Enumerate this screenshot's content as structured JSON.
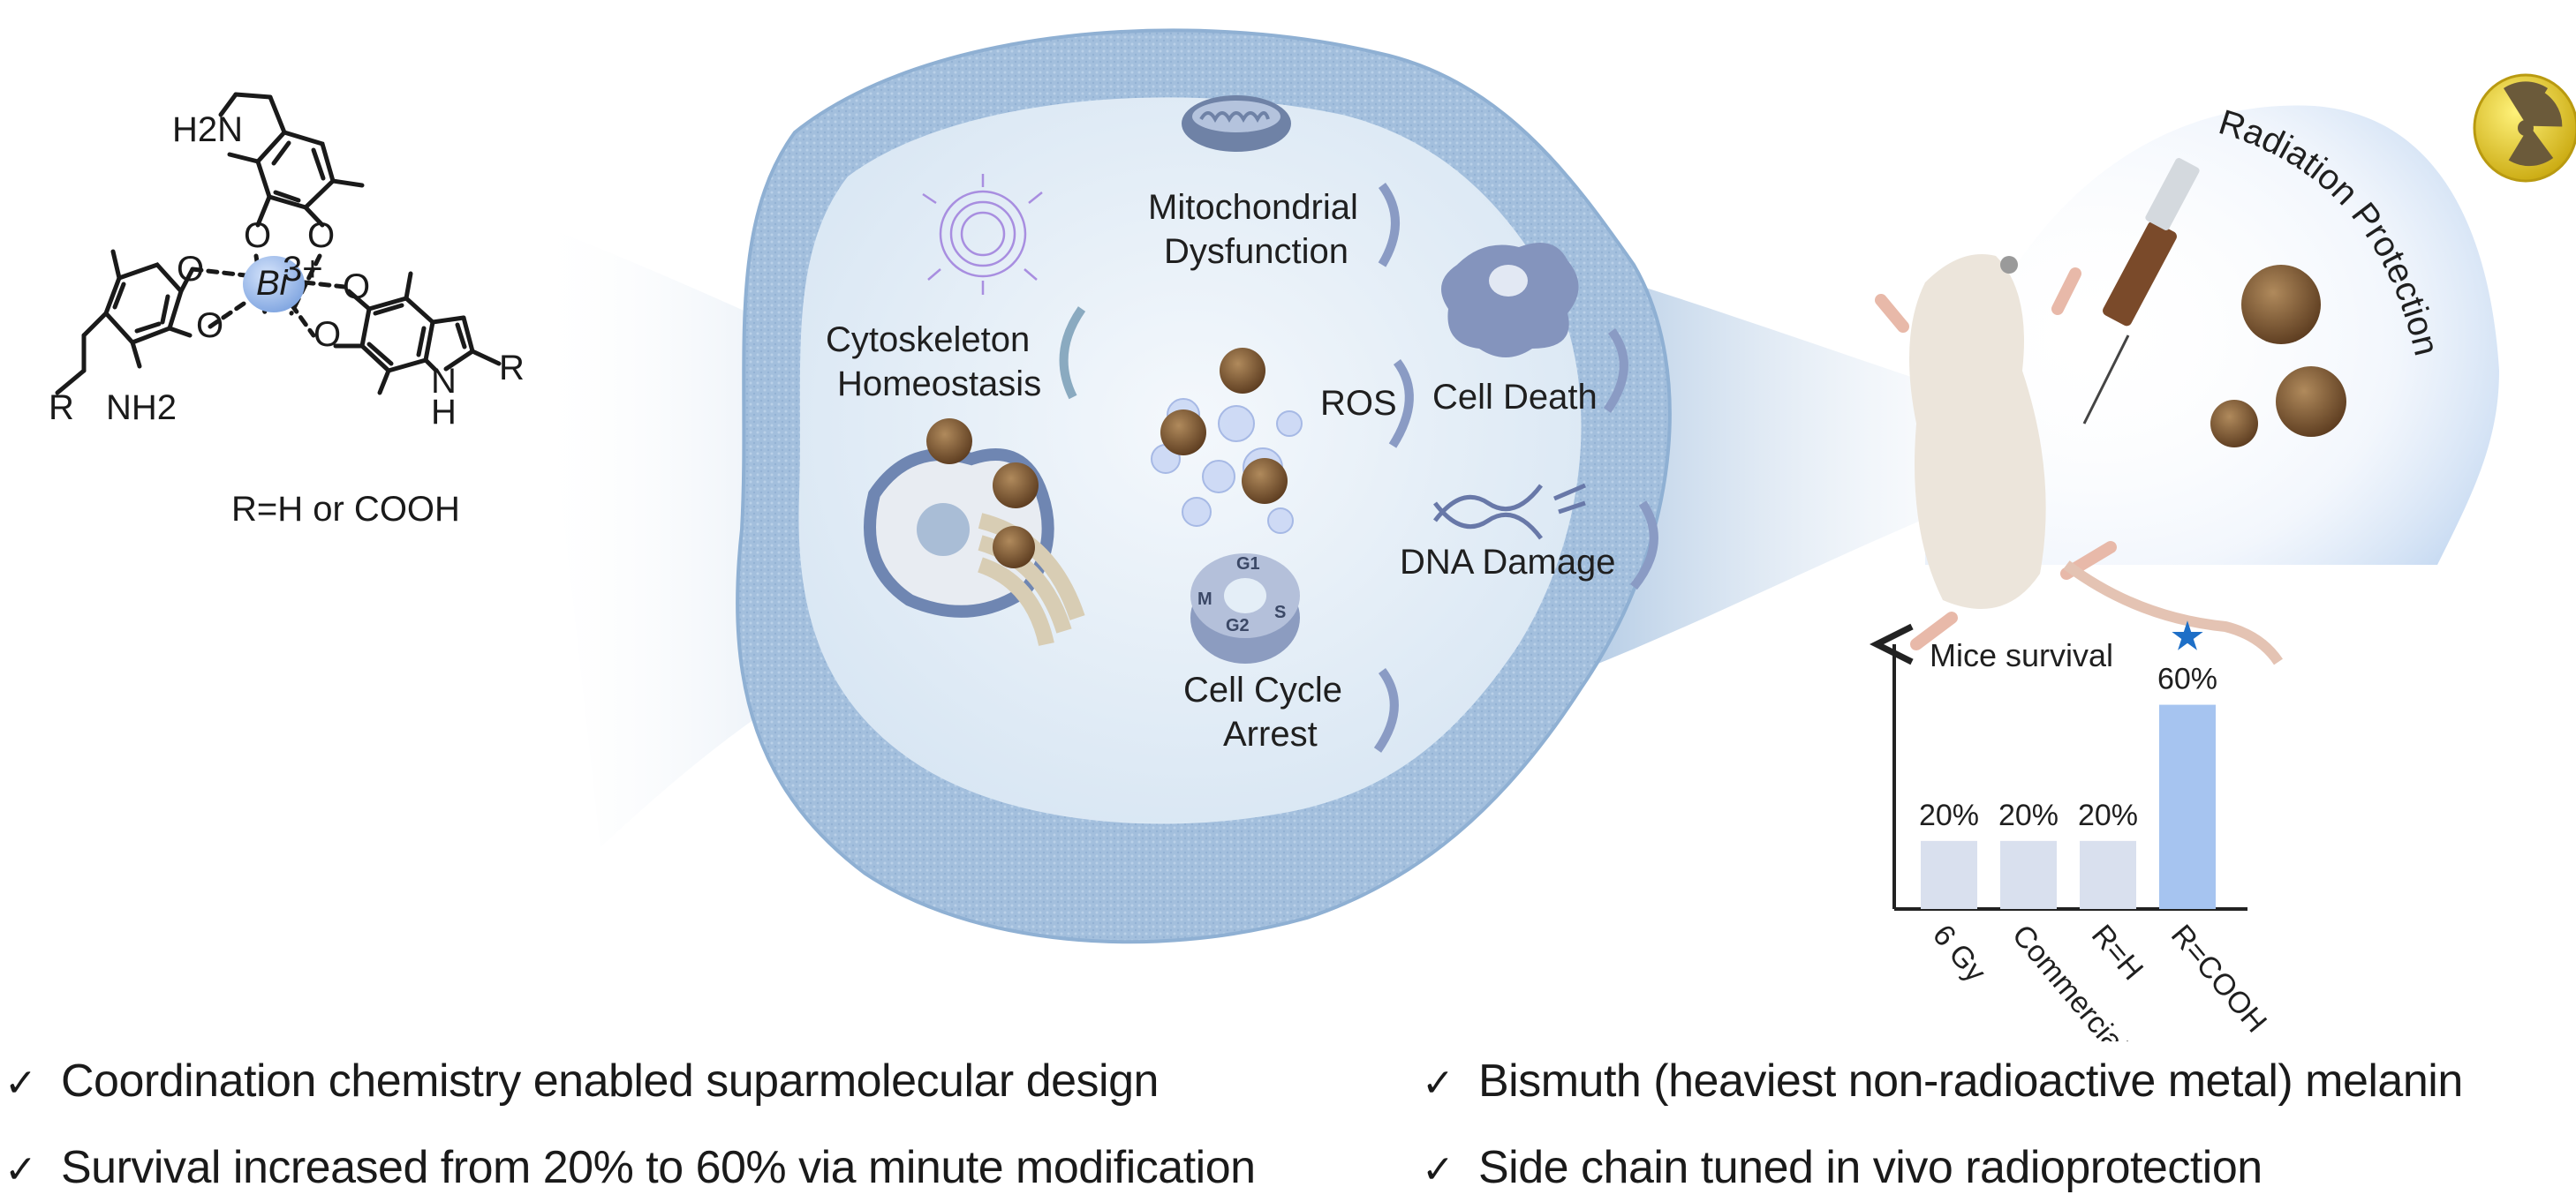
{
  "molecule": {
    "center_ion": "Bi",
    "center_charge": "3+",
    "substituent_label": "R",
    "amine_top": "H2N",
    "amine_bottom": "NH2",
    "oxygen": "O",
    "indole_n": "N",
    "indole_h": "H",
    "caption": "R=H or COOH"
  },
  "cell": {
    "labels": {
      "mitochondrial": [
        "Mitochondrial",
        "Dysfunction"
      ],
      "cytoskeleton": [
        "Cytoskeleton",
        "Homeostasis"
      ],
      "ros": "ROS",
      "cell_death": "Cell Death",
      "dna_damage": "DNA Damage",
      "cell_cycle": [
        "Cell Cycle",
        "Arrest"
      ],
      "cycle_phases": [
        "G1",
        "S",
        "G2",
        "M"
      ]
    }
  },
  "mouse_panel": {
    "arc_label": "Radiation Protection",
    "hazard_icon": "radiation-hazard-icon"
  },
  "chart_data": {
    "type": "bar",
    "title": "Mice survival",
    "categories": [
      "6 Gy",
      "Commercial drug",
      "R=H",
      "R=COOH"
    ],
    "values": [
      20,
      20,
      20,
      60
    ],
    "value_labels": [
      "20%",
      "20%",
      "20%",
      "60%"
    ],
    "unit": "%",
    "ylim": [
      0,
      70
    ],
    "highlight": "R=COOH",
    "highlight_marker": "star",
    "colors": {
      "base": "#d9e0ee",
      "highlight": "#a6c4f0",
      "star": "#1e6fc7"
    },
    "xlabel": "",
    "ylabel": "",
    "grid": false
  },
  "bullets": {
    "left": [
      "Coordination chemistry enabled suparmolecular design",
      "Survival increased from 20% to 60% via minute modification"
    ],
    "right": [
      "Bismuth (heaviest non-radioactive metal) melanin",
      "Side chain tuned in vivo radioprotection"
    ],
    "check_glyph": "✓"
  },
  "colors": {
    "membrane": "#a9c4df",
    "cytoplasm": "#e4eef7",
    "bi_sphere": "#9dbbe8",
    "nanoparticle": "#7a5634"
  }
}
